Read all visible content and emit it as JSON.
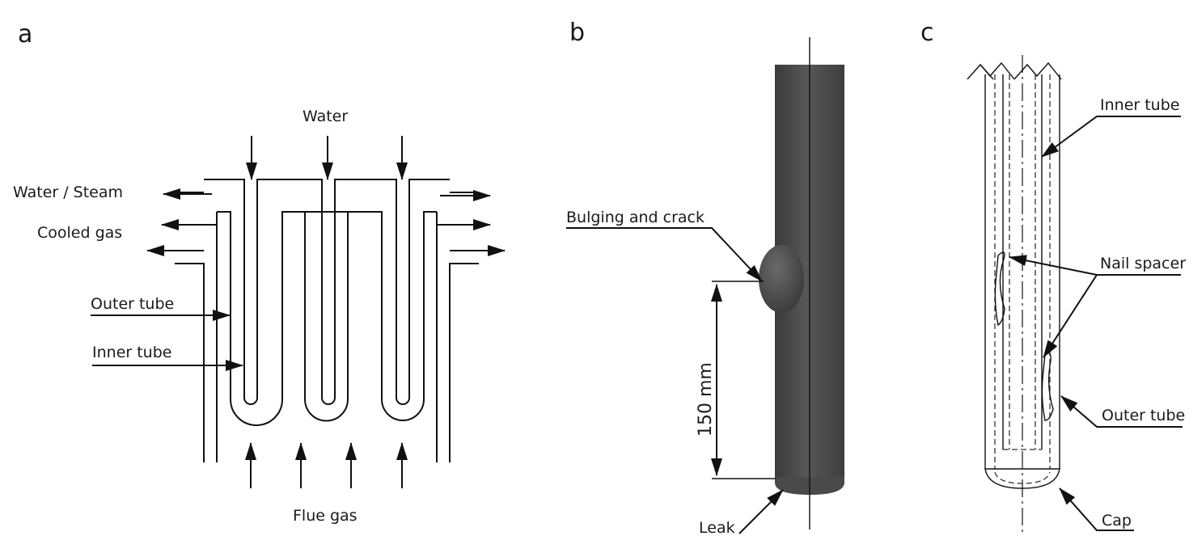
{
  "panels": {
    "a": "a",
    "b": "b",
    "c": "c"
  },
  "panel_a": {
    "water": "Water",
    "water_steam": "Water / Steam",
    "cooled_gas": "Cooled gas",
    "outer_tube": "Outer tube",
    "inner_tube": "Inner tube",
    "flue_gas": "Flue gas"
  },
  "panel_b": {
    "bulging": "Bulging and crack",
    "dimension": "150 mm",
    "leak": "Leak",
    "tube_color": "#4a4a4a"
  },
  "panel_c": {
    "inner_tube": "Inner tube",
    "nail_spacer": "Nail spacer",
    "outer_tube": "Outer tube",
    "cap": "Cap"
  }
}
